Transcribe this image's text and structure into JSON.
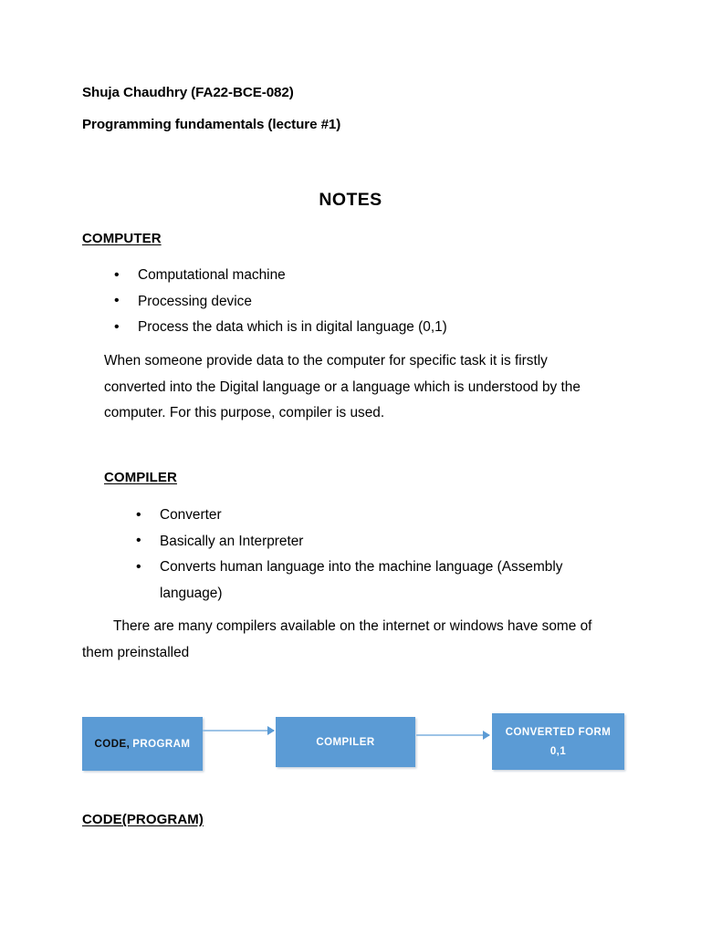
{
  "document": {
    "header": {
      "author_line": "Shuja Chaudhry (FA22-BCE-082)",
      "course_line": "Programming fundamentals (lecture #1)"
    },
    "title": "NOTES",
    "sections": [
      {
        "heading": "COMPUTER",
        "bullets": [
          "Computational machine",
          "Processing device",
          "Process the data which is in digital language (0,1)"
        ],
        "paragraph": "When someone provide data to the computer for specific task it is firstly converted into the Digital language or a language which is understood by the computer. For this purpose, compiler is used."
      },
      {
        "heading": "COMPILER",
        "bullets": [
          "Converter",
          "Basically an Interpreter",
          "Converts human language into the machine language (Assembly language)"
        ],
        "paragraph_indent": "There are many compilers available on the internet or windows",
        "paragraph_rest": "have some of them preinstalled"
      },
      {
        "heading": "CODE(PROGRAM)"
      }
    ],
    "diagram": {
      "box_fill_color": "#5B9BD5",
      "arrow_color": "#9DC3E6",
      "boxes": [
        {
          "label_strong": "CODE,",
          "label_rest": "PROGRAM"
        },
        {
          "label": "COMPILER"
        },
        {
          "line1": "CONVERTED FORM",
          "line2": "0,1"
        }
      ]
    }
  }
}
